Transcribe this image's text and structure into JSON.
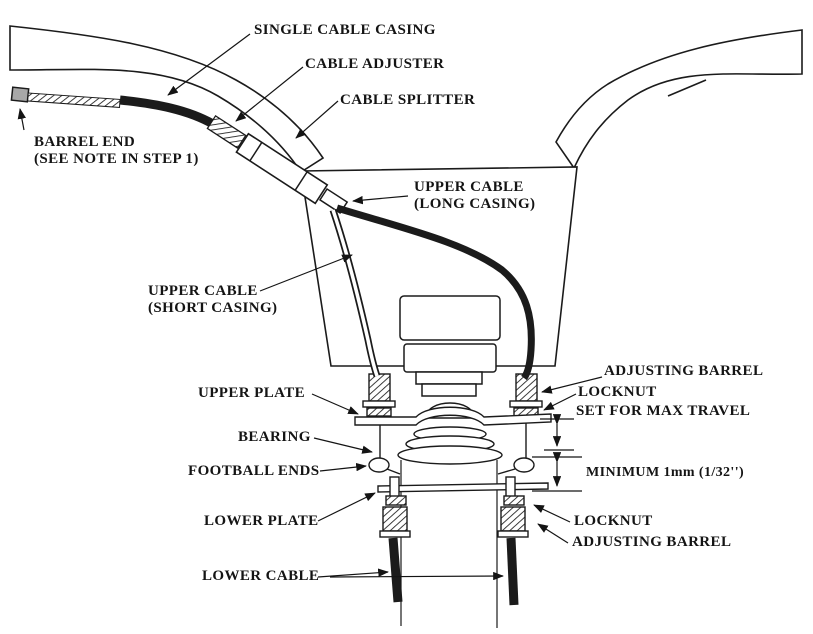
{
  "diagram": {
    "labels": {
      "single_cable_casing": "SINGLE CABLE CASING",
      "cable_adjuster": "CABLE ADJUSTER",
      "cable_splitter": "CABLE SPLITTER",
      "barrel_end": "BARREL END\n(SEE NOTE IN STEP 1)",
      "upper_cable_long": "UPPER CABLE\n(LONG CASING)",
      "upper_cable_short": "UPPER CABLE\n(SHORT CASING)",
      "upper_plate": "UPPER PLATE",
      "adjusting_barrel_upper": "ADJUSTING BARREL",
      "locknut_upper": "LOCKNUT",
      "set_for_max_travel": "SET FOR MAX TRAVEL",
      "bearing": "BEARING",
      "football_ends": "FOOTBALL ENDS",
      "minimum_travel": "MINIMUM 1mm (1/32'')",
      "lower_plate": "LOWER PLATE",
      "locknut_lower": "LOCKNUT",
      "adjusting_barrel_lower": "ADJUSTING BARREL",
      "lower_cable": "LOWER CABLE"
    },
    "colors": {
      "ink": "#1b1b1b",
      "paper": "#ffffff"
    }
  }
}
